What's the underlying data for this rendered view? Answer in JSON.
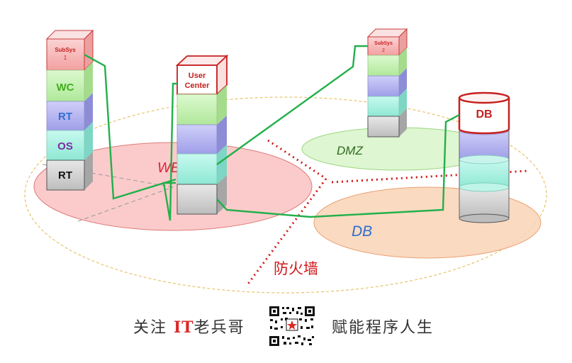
{
  "diagram": {
    "zones": {
      "web": "WEB",
      "dmz": "DMZ",
      "db": "DB"
    },
    "firewall_label": "防火墙",
    "stack_left": {
      "top": [
        "SubSys",
        "1"
      ],
      "layers": [
        "WC",
        "RT",
        "OS",
        "RT"
      ]
    },
    "stack_center": {
      "top": [
        "User",
        "Center"
      ]
    },
    "stack_right": {
      "top": [
        "SubSys",
        "2"
      ]
    },
    "db_cylinder": {
      "label": "DB"
    }
  },
  "footer": {
    "left_prefix": "关注 ",
    "brand": "IT",
    "left_suffix": "老兵哥",
    "right": "赋能程序人生",
    "qr": "qr-code-image"
  },
  "colors": {
    "red_top": "#f8b3b3",
    "green": "#c3f2b0",
    "blue": "#b7b6f2",
    "teal": "#a8f2e0",
    "gray": "#d0d0d0",
    "wire": "#22b04b",
    "firewall": "#d01818"
  }
}
